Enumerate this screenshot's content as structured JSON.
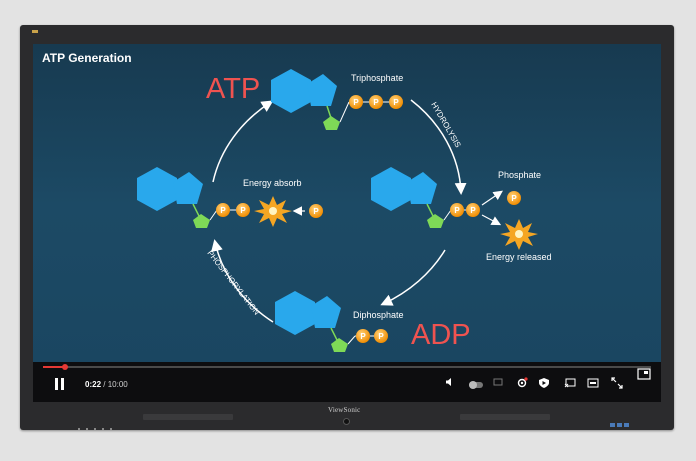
{
  "video": {
    "title": "ATP Generation",
    "current_time": "0:22",
    "total_time": "/ 10:00",
    "progress_fraction": 0.0367
  },
  "diagram": {
    "atp_label": "ATP",
    "adp_label": "ADP",
    "triphosphate_label": "Triphosphate",
    "diphosphate_label": "Diphosphate",
    "hydrolysis_label": "HYDROLYSIS",
    "phosphorylation_label": "PHOSPHORYLATION",
    "energy_absorb_label": "Energy absorb",
    "phosphate_label": "Phosphate",
    "energy_released_label": "Energy released",
    "phosphate_symbol": "P"
  },
  "monitor": {
    "brand": "ViewSonic"
  },
  "colors": {
    "accent_red": "#ef5350",
    "hexagon_blue": "#29a8ec",
    "pentagon_green": "#7ed957",
    "phosphate_orange": "#f5a623",
    "progress_red": "#e53935"
  },
  "controls": {
    "icons": [
      "pause-icon",
      "volume-icon",
      "autoplay-toggle",
      "subtitles-icon",
      "settings-icon",
      "shield-icon",
      "cast-icon",
      "captions-icon",
      "fullscreen-icon",
      "theater-icon"
    ]
  }
}
